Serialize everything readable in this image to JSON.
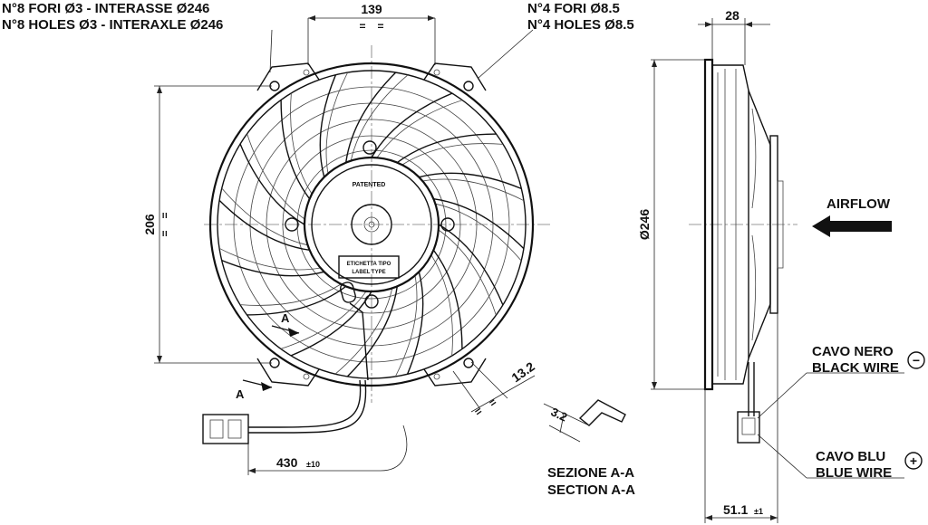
{
  "callouts": {
    "holes8_it": "N°8 FORI Ø3 - INTERASSE Ø246",
    "holes8_en": "N°8 HOLES Ø3 - INTERAXLE Ø246",
    "holes4_it": "N°4 FORI Ø8.5",
    "holes4_en": "N°4 HOLES Ø8.5",
    "patented": "PATENTED",
    "label_type_it": "ETICHETTA TIPO",
    "label_type_en": "LABEL TYPE",
    "section_mark": "A",
    "airflow": "AIRFLOW",
    "black_wire_it": "CAVO NERO",
    "black_wire_en": "BLACK WIRE",
    "blue_wire_it": "CAVO BLU",
    "blue_wire_en": "BLUE WIRE",
    "minus_symbol": "−",
    "plus_symbol": "+",
    "section_it": "SEZIONE A-A",
    "section_en": "SECTION A-A"
  },
  "dimensions": {
    "top_width": "139",
    "height": "206",
    "depth": "28",
    "diameter": "Ø246",
    "cable_length": "430",
    "cable_tolerance": "±10",
    "offset": "13.2",
    "section_thickness": "3.2",
    "overall_depth": "51.1",
    "overall_depth_tolerance": "±1",
    "equal_mark": "="
  }
}
